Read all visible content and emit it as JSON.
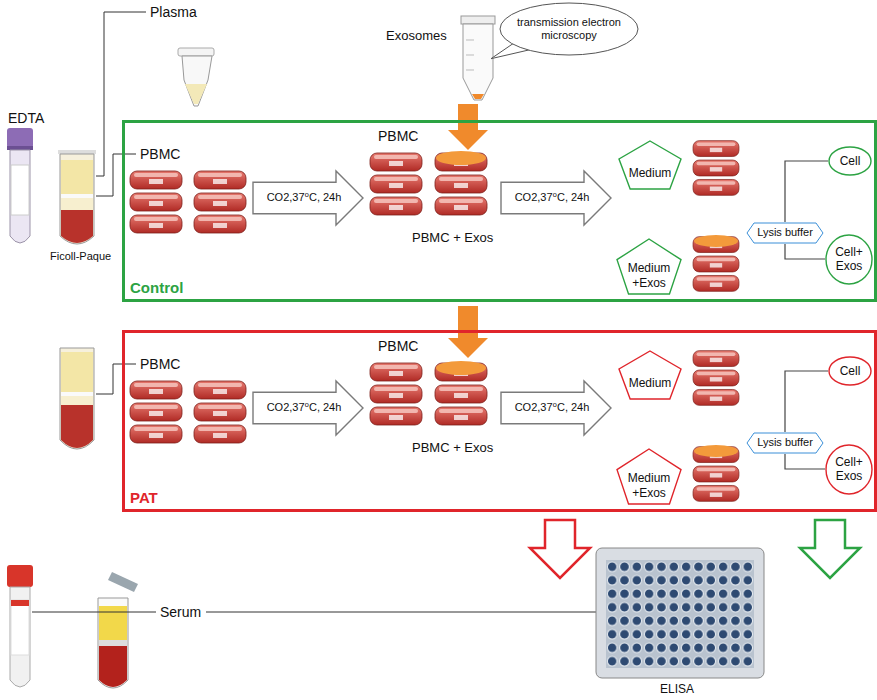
{
  "diagram": {
    "nodes": [
      {
        "text": [
          "transmission electron microscopy"
        ]
      },
      {
        "text": [
          "Control"
        ]
      },
      {
        "text": [
          "CO2,37⁰C, 24h"
        ],
        "in": 1
      },
      {
        "text": [
          "CO2,37⁰C, 24h"
        ],
        "in": 1
      },
      {
        "text": [
          "Medium"
        ],
        "in": 1
      },
      {
        "text": [
          "Cell"
        ],
        "in": 1
      },
      {
        "text": [
          "Lysis buffer"
        ],
        "in": 1
      },
      {
        "text": [
          "Medium +Exos"
        ],
        "in": 1
      },
      {
        "text": [
          "Cell+ Exos"
        ],
        "in": 1
      },
      {
        "text": [
          "PAT"
        ]
      },
      {
        "text": [
          "CO2,37⁰C, 24h"
        ],
        "in": 9
      },
      {
        "text": [
          "CO2,37⁰C, 24h"
        ],
        "in": 9
      },
      {
        "text": [
          "Medium"
        ],
        "in": 9
      },
      {
        "text": [
          "Cell"
        ],
        "in": 9
      },
      {
        "text": [
          "Lysis buffer"
        ],
        "in": 9
      },
      {
        "text": [
          "Medium +Exos"
        ],
        "in": 9
      },
      {
        "text": [
          "Cell+ Exos"
        ],
        "in": 9
      }
    ],
    "edges": [
      {
        "from": 6,
        "to": 5,
        "arrow": "none"
      },
      {
        "from": 6,
        "to": 8,
        "arrow": "none"
      },
      {
        "from": 14,
        "to": 13,
        "arrow": "none"
      },
      {
        "from": 14,
        "to": 16,
        "arrow": "none"
      }
    ],
    "labels": [
      "Plasma",
      "Exosomes",
      "EDTA",
      "Ficoll-Paque",
      "PBMC",
      "PBMC",
      "PBMC + Exos",
      "PBMC",
      "PBMC",
      "PBMC + Exos",
      "Serum",
      "ELISA"
    ]
  }
}
